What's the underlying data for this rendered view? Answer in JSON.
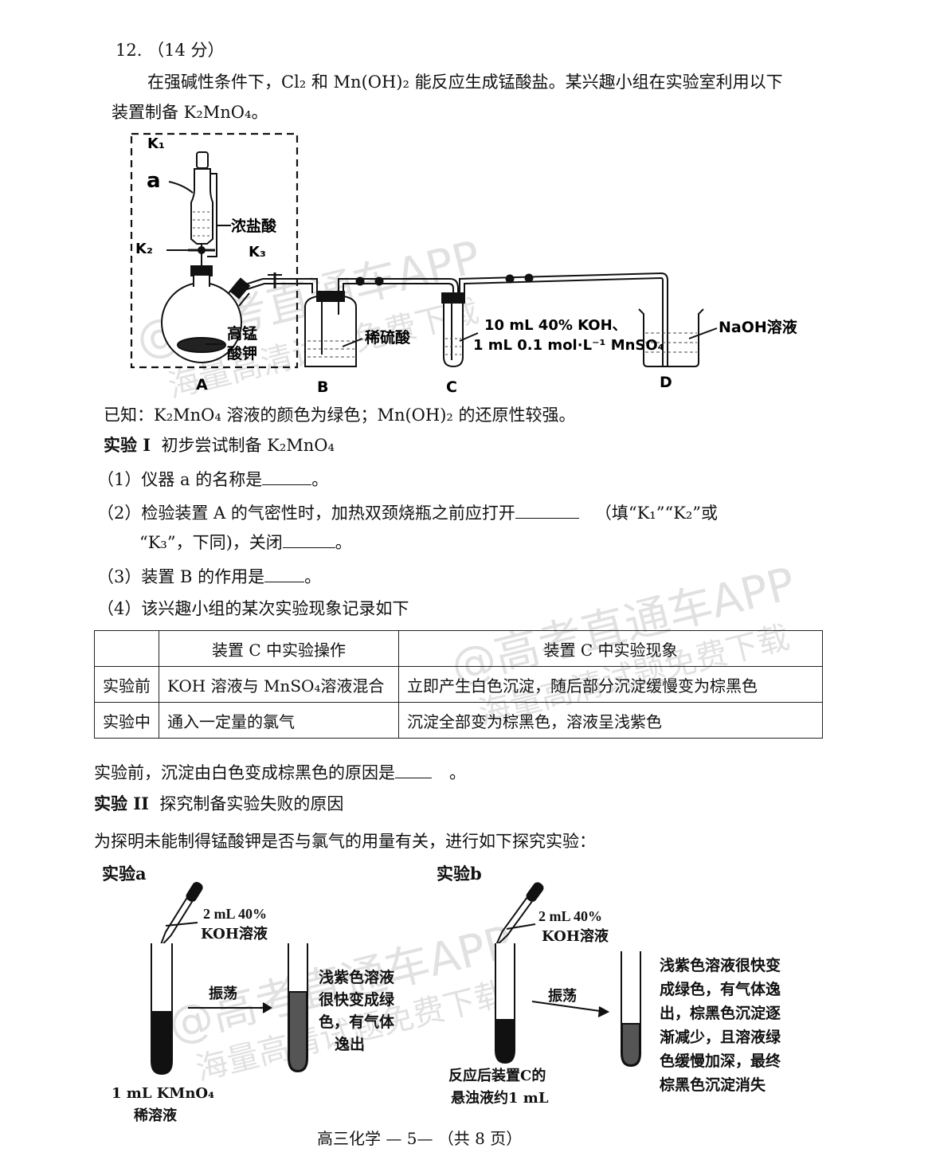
{
  "question": {
    "number": "12. ",
    "score": "（14 分）",
    "intro_line1": "在强碱性条件下，Cl₂ 和 Mn(OH)₂ 能反应生成锰酸盐。某兴趣小组在实验室利用以下",
    "intro_line2": "装置制备 K₂MnO₄。"
  },
  "apparatus": {
    "k1": "K₁",
    "a": "a",
    "k2": "K₂",
    "k3": "K₃",
    "conc_hcl": "浓盐酸",
    "kmno4_line1": "高锰",
    "kmno4_line2": "酸钾",
    "dilute_h2so4": "稀硫酸",
    "c_reagent_line1": "10 mL 40% KOH、",
    "c_reagent_line2": "1 mL 0.1 mol·L⁻¹ MnSO₄",
    "naoh": "NaOH溶液",
    "label_a": "A",
    "label_b": "B",
    "label_c": "C",
    "label_d": "D"
  },
  "known": "已知：K₂MnO₄ 溶液的颜色为绿色；Mn(OH)₂ 的还原性较强。",
  "exp1": {
    "title": "实验 I",
    "subtitle": "初步尝试制备 K₂MnO₄"
  },
  "q1": {
    "text": "（1）仪器 a 的名称是",
    "end": "。"
  },
  "q2": {
    "text": "（2）检验装置 A 的气密性时，加热双颈烧瓶之前应打开",
    "hint": "（填“K₁”“K₂”或",
    "line2": "“K₃”，下同)，关闭",
    "end": "。"
  },
  "q3": {
    "text": "（3）装置 B 的作用是",
    "end": "。"
  },
  "q4": {
    "text": "（4）该兴趣小组的某次实验现象记录如下"
  },
  "table": {
    "headers": [
      "",
      "装置 C 中实验操作",
      "装置 C 中实验现象"
    ],
    "rows": [
      [
        "实验前",
        "KOH 溶液与 MnSO₄溶液混合",
        "立即产生白色沉淀，随后部分沉淀缓慢变为棕黑色"
      ],
      [
        "实验中",
        "通入一定量的氯气",
        "沉淀全部变为棕黑色，溶液呈浅紫色"
      ]
    ]
  },
  "q_reason": {
    "text": "实验前，沉淀由白色变成棕黑色的原因是",
    "end": "。"
  },
  "exp2": {
    "title": "实验 II",
    "subtitle": "探究制备实验失败的原因",
    "intro": "为探明未能制得锰酸钾是否与氯气的用量有关，进行如下探究实验："
  },
  "expa": {
    "label": "实验a",
    "reagent_line1": "2 mL 40%",
    "reagent_line2": "KOH溶液",
    "action": "振荡",
    "start_line1": "1 mL KMnO₄",
    "start_line2": "稀溶液",
    "result": [
      "浅紫色溶液",
      "很快变成绿",
      "色，有气体",
      "逸出"
    ]
  },
  "expb": {
    "label": "实验b",
    "reagent_line1": "2 mL 40%",
    "reagent_line2": "KOH溶液",
    "action": "振荡",
    "start_line1": "反应后装置C的",
    "start_line2": "悬浊液约1 mL",
    "result": [
      "浅紫色溶液很快变",
      "成绿色，有气体逸",
      "出，棕黑色沉淀逐",
      "渐减少，且溶液绿",
      "色缓慢加深，最终",
      "棕黑色沉淀消失"
    ]
  },
  "footer": "高三化学 — 5— （共 8 页）",
  "watermark": {
    "line1": "@高考直通车APP",
    "line2": "海量高清试题免费下载"
  }
}
